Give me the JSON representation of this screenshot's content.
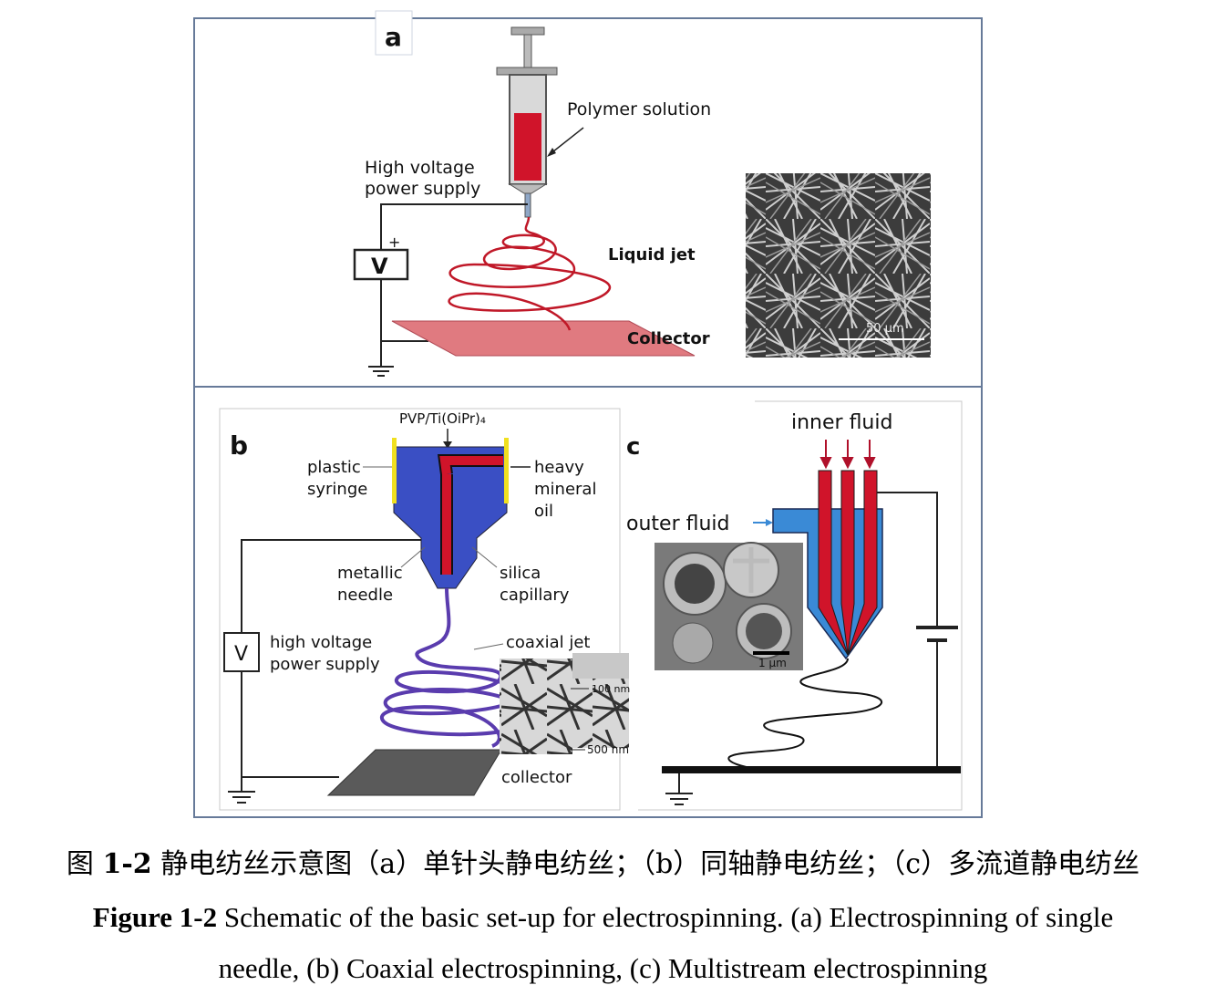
{
  "panel_a": {
    "letter": "a",
    "polymer_solution": "Polymer solution",
    "hv_line1": "High voltage",
    "hv_line2": "power supply",
    "voltmeter": "V",
    "plus": "+",
    "liquid_jet": "Liquid jet",
    "collector": "Collector",
    "scale_bar": "50 μm"
  },
  "panel_b": {
    "letter": "b",
    "pvp": "PVP/Ti(OiPr)₄",
    "plastic": "plastic",
    "syringe": "syringe",
    "heavy": "heavy",
    "mineral": "mineral",
    "oil": "oil",
    "metallic": "metallic",
    "needle": "needle",
    "silica": "silica",
    "capillary": "capillary",
    "voltmeter": "V",
    "hv_line1": "high voltage",
    "hv_line2": "power supply",
    "coaxial_jet": "coaxial jet",
    "scale_100": "100 nm",
    "scale_500": "500 nm",
    "collector": "collector"
  },
  "panel_c": {
    "letter": "c",
    "inner_fluid": "inner fluid",
    "outer_fluid": "outer fluid",
    "scale": "1 μm"
  },
  "colors": {
    "syringe_blue": "#3a4fc4",
    "solution_red": "#d0142a",
    "collector_pink": "#e07a80",
    "collector_gray": "#5a5a5a",
    "outer_blue": "#3a8ad6",
    "jet_purple": "#5a3cae"
  },
  "caption": {
    "cn_prefix": "图 ",
    "cn_num": "1-2",
    "cn_text": " 静电纺丝示意图（a）单针头静电纺丝；（b）同轴静电纺丝；（c）多流道静电纺丝",
    "en_label": "Figure 1-2",
    "en_line1": " Schematic of the basic set-up for electrospinning. (a) Electrospinning of single",
    "en_line2": "needle, (b) Coaxial electrospinning, (c) Multistream electrospinning"
  }
}
